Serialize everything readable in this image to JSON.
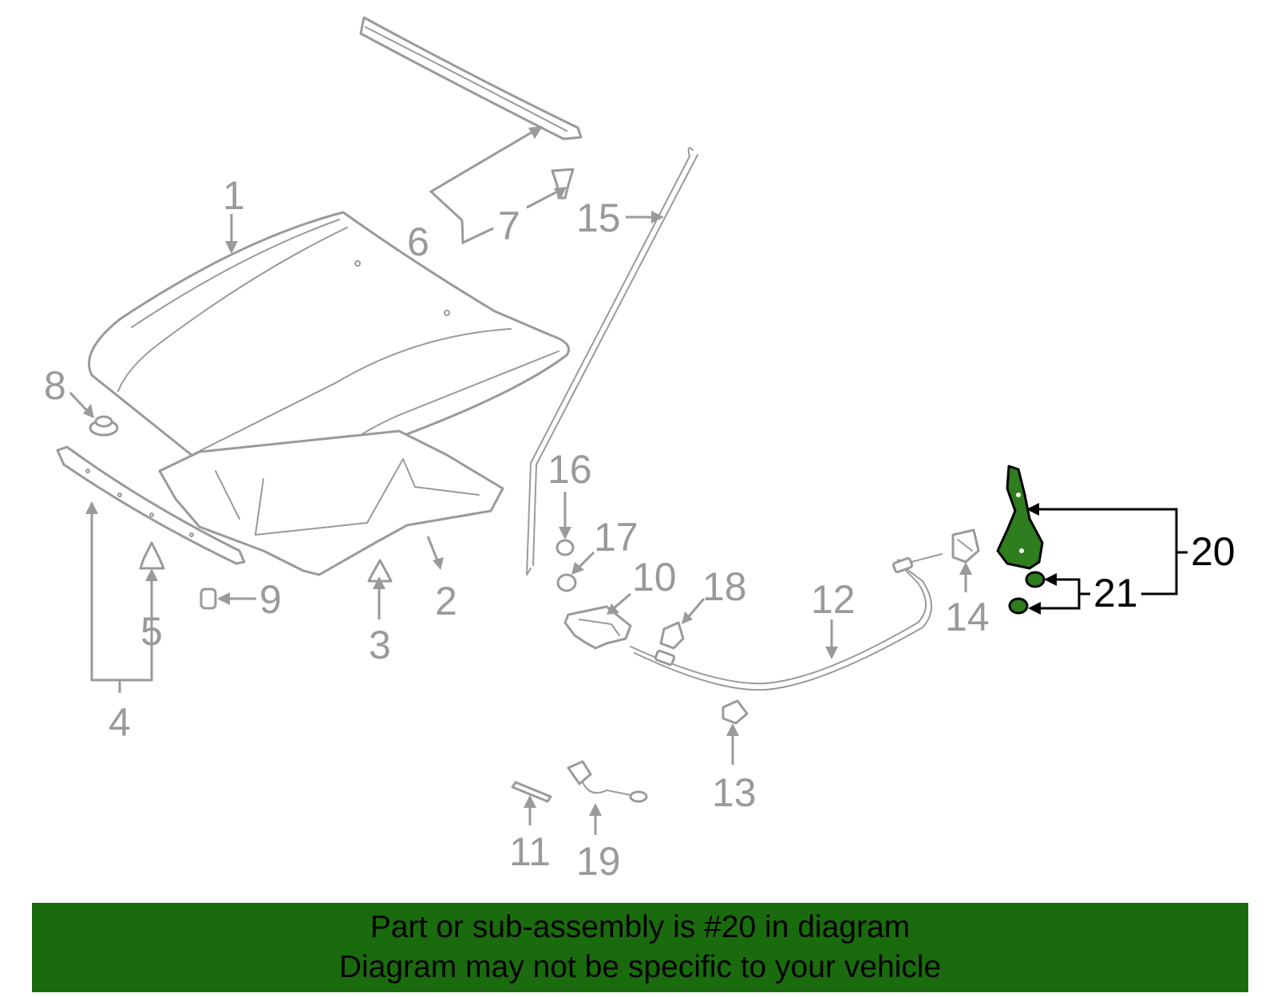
{
  "diagram": {
    "callouts": {
      "c1": "1",
      "c2": "2",
      "c3": "3",
      "c4": "4",
      "c5": "5",
      "c6": "6",
      "c7": "7",
      "c8": "8",
      "c9": "9",
      "c10": "10",
      "c11": "11",
      "c12": "12",
      "c13": "13",
      "c14": "14",
      "c15": "15",
      "c16": "16",
      "c17": "17",
      "c18": "18",
      "c19": "19",
      "c20": "20",
      "c21": "21"
    },
    "highlighted_part": "20",
    "colors": {
      "part_outline": "#9a9a9a",
      "highlight_fill": "#2e7d1f",
      "highlight_outline": "#000000",
      "banner_background": "#1a6b0d"
    }
  },
  "banner": {
    "line1": "Part or sub-assembly is #20 in diagram",
    "line2": "Diagram may not be specific to your vehicle"
  }
}
